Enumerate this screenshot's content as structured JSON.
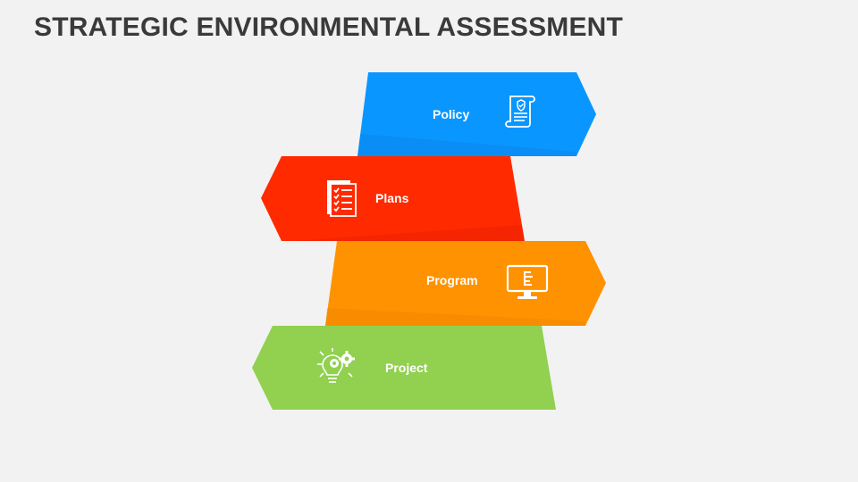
{
  "slide": {
    "title": "STRATEGIC ENVIRONMENTAL ASSESSMENT"
  },
  "steps": [
    {
      "label": "Policy",
      "color": "#0a96ff",
      "shade": "#0b7fe0",
      "icon": "document-shield-icon"
    },
    {
      "label": "Plans",
      "color": "#ff2a00",
      "shade": "#e01e00",
      "icon": "checklist-icon"
    },
    {
      "label": "Program",
      "color": "#ff9200",
      "shade": "#eb8200",
      "icon": "monitor-icon"
    },
    {
      "label": "Project",
      "color": "#92d050",
      "shade": "#7fbf3e",
      "icon": "lightbulb-gears-icon"
    }
  ]
}
